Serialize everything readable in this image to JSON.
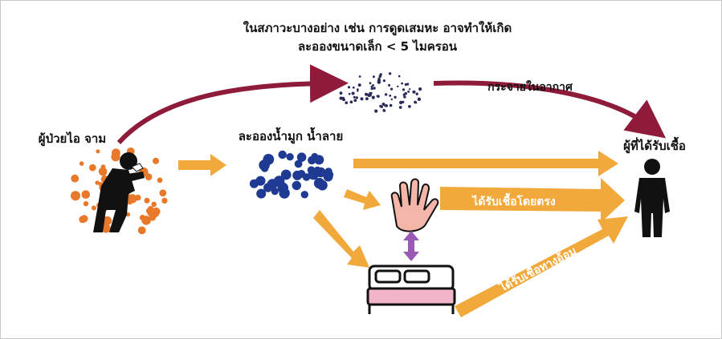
{
  "header": {
    "line1": "ในสภาวะบางอย่าง เช่น การดูดเสมหะ อาจทำให้เกิด",
    "line2": "ละอองขนาดเล็ก < 5 ไมครอน"
  },
  "labels": {
    "airborne": "กระจายในอากาศ",
    "patient": "ผู้ป่วยไอ จาม",
    "droplets": "ละอองน้ำมูก น้ำลาย",
    "receiver": "ผู้ที่ได้รับเชื้อ",
    "direct": "ได้รับเชื้อโดยตรง",
    "indirect": "ได้รับเชื้อทางอ้อม"
  },
  "colors": {
    "orange_arrow": "#f2a93b",
    "dark_red_arrow": "#8e1b3a",
    "droplet_blue": "#1f3a93",
    "orange_dot": "#e8782a",
    "hand_fill": "#f4b6a8",
    "purple_arrow": "#9b59b6",
    "bed_pink": "#f2b4c8"
  },
  "icons": {
    "patient": "person-coughing-icon",
    "receiver": "person-icon",
    "hand": "hand-icon",
    "bed": "bed-icon"
  }
}
